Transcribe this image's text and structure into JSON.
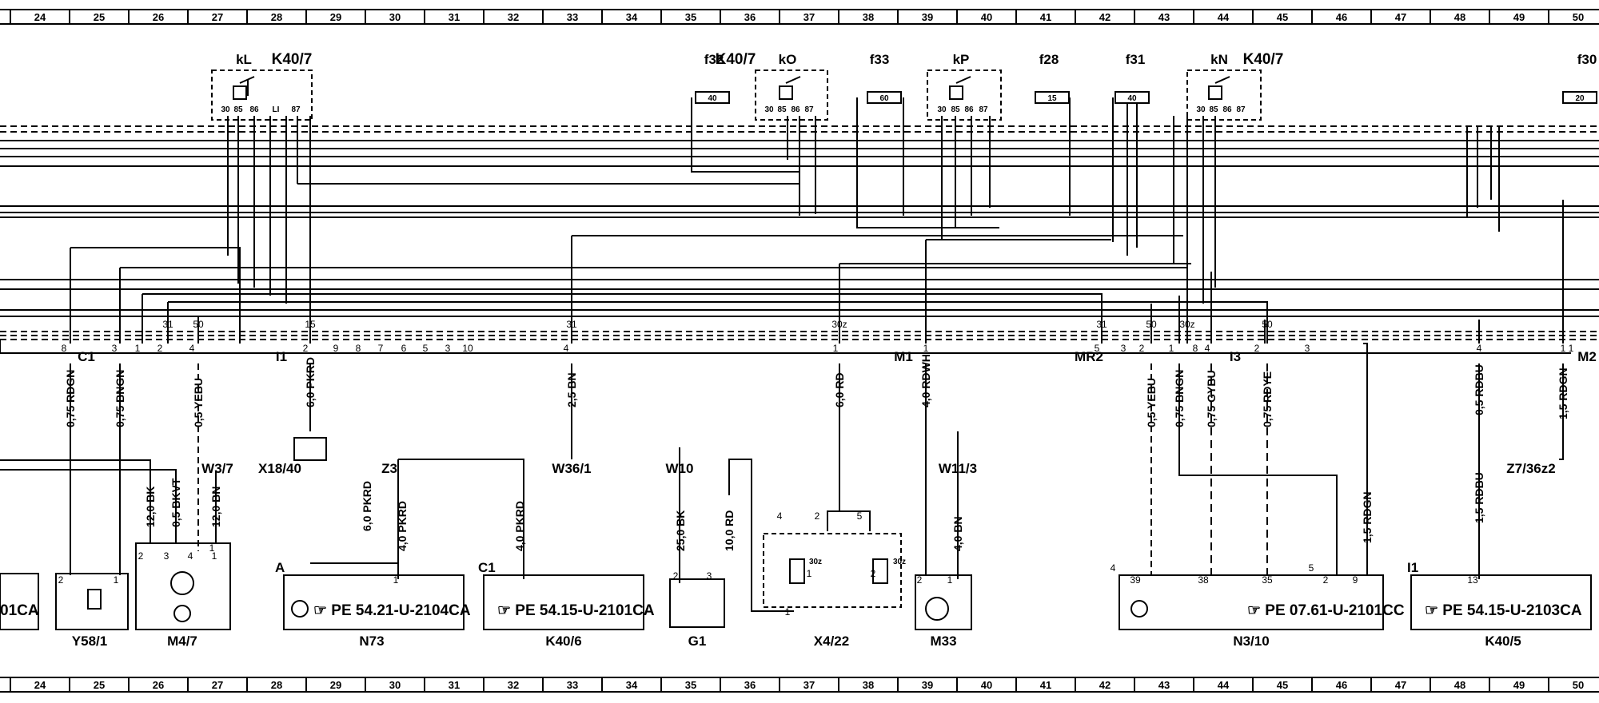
{
  "ruler": [
    "24",
    "25",
    "26",
    "27",
    "28",
    "29",
    "30",
    "31",
    "32",
    "33",
    "34",
    "35",
    "36",
    "37",
    "38",
    "39",
    "40",
    "41",
    "42",
    "43",
    "44",
    "45",
    "46",
    "47",
    "48",
    "49",
    "50"
  ],
  "relays": [
    {
      "id": "kL",
      "label": "kL",
      "module": "K40/7",
      "pins": [
        "30",
        "85",
        "86",
        "LI",
        "87"
      ]
    },
    {
      "id": "kO",
      "label": "kO",
      "module": "K40/7",
      "pins": [
        "30",
        "85",
        "86",
        "87"
      ]
    },
    {
      "id": "kP",
      "label": "kP",
      "module": "",
      "pins": [
        "30",
        "85",
        "86",
        "87"
      ]
    },
    {
      "id": "kN",
      "label": "kN",
      "module": "K40/7",
      "pins": [
        "30",
        "85",
        "86",
        "87"
      ]
    }
  ],
  "fuses": [
    {
      "id": "f32",
      "label": "f32",
      "rating": "40"
    },
    {
      "id": "f33",
      "label": "f33",
      "rating": "60"
    },
    {
      "id": "f28",
      "label": "f28",
      "rating": "15"
    },
    {
      "id": "f31",
      "label": "f31",
      "rating": "40"
    },
    {
      "id": "f30",
      "label": "f30",
      "rating": "20"
    }
  ],
  "terminal_labels": [
    "31",
    "50",
    "15",
    "31",
    "30z",
    "31",
    "50",
    "30z",
    "50"
  ],
  "connectors": [
    {
      "id": "C1",
      "label": "C1",
      "pins": [
        "8",
        "3",
        "1",
        "2",
        "4"
      ]
    },
    {
      "id": "I1",
      "label": "I1",
      "pins": [
        "2",
        "9",
        "8",
        "7",
        "6",
        "5",
        "3",
        "10",
        "4"
      ]
    },
    {
      "id": "M1",
      "label": "M1",
      "pins": [
        "1"
      ]
    },
    {
      "id": "MR2",
      "label": "MR2",
      "pins": [
        "5",
        "3",
        "2",
        "1",
        "8",
        "4"
      ]
    },
    {
      "id": "I3",
      "label": "I3",
      "pins": [
        "2",
        "3"
      ]
    },
    {
      "id": "M2",
      "label": "M2",
      "pins": [
        "1"
      ]
    }
  ],
  "connector_pin_extra": [
    "1",
    "4",
    "1"
  ],
  "wires": [
    "0,75 RDGN",
    "0,75 BNGN",
    "0,5 YEBU",
    "6,0 PKRD",
    "2,5 BN",
    "6,0 RD",
    "4,0 RDWH",
    "0,5 YEBU",
    "0,75 BNGN",
    "0,75 GYBU",
    "0,75 RDYE",
    "0,5 RDBU",
    "1,5 RDGN",
    "12,0 BK",
    "0,5 BKVT",
    "12,0 BN",
    "6,0 PKRD",
    "4,0 PKRD",
    "4,0 PKRD",
    "25,0 BK",
    "10,0 RD",
    "4,0 BN",
    "1,5 RDGN",
    "1,5 RDBU"
  ],
  "components": [
    {
      "id": "X18/40",
      "label": "X18/40"
    },
    {
      "id": "W3/7",
      "label": "W3/7"
    },
    {
      "id": "Z3",
      "label": "Z3"
    },
    {
      "id": "W36/1",
      "label": "W36/1"
    },
    {
      "id": "W10",
      "label": "W10"
    },
    {
      "id": "W11/3",
      "label": "W11/3"
    },
    {
      "id": "Z7/36z2",
      "label": "Z7/36z2"
    }
  ],
  "bottom_labels": [
    "Y58/1",
    "M4/7",
    "N73",
    "K40/6",
    "G1",
    "X4/22",
    "M33",
    "N3/10",
    "K40/5"
  ],
  "module_refs": [
    {
      "ref": "☞ PE 54.21-U-2104CA",
      "connector": "A"
    },
    {
      "ref": "☞ PE 54.15-U-2101CA",
      "connector": "C1"
    },
    {
      "ref": "☞ PE 07.61-U-2101CC",
      "connector": ""
    },
    {
      "ref": "☞ PE 54.15-U-2103CA",
      "connector": "I1"
    },
    {
      "ref": "01CA",
      "connector": ""
    }
  ],
  "small_pins": [
    "2",
    "1",
    "2",
    "3",
    "4",
    "1",
    "1",
    "1",
    "2",
    "1",
    "2",
    "3",
    "4",
    "2",
    "5",
    "1",
    "1",
    "2",
    "39",
    "38",
    "35",
    "2",
    "9",
    "4",
    "5",
    "13"
  ],
  "x4_labels": [
    "30z",
    "30z"
  ]
}
